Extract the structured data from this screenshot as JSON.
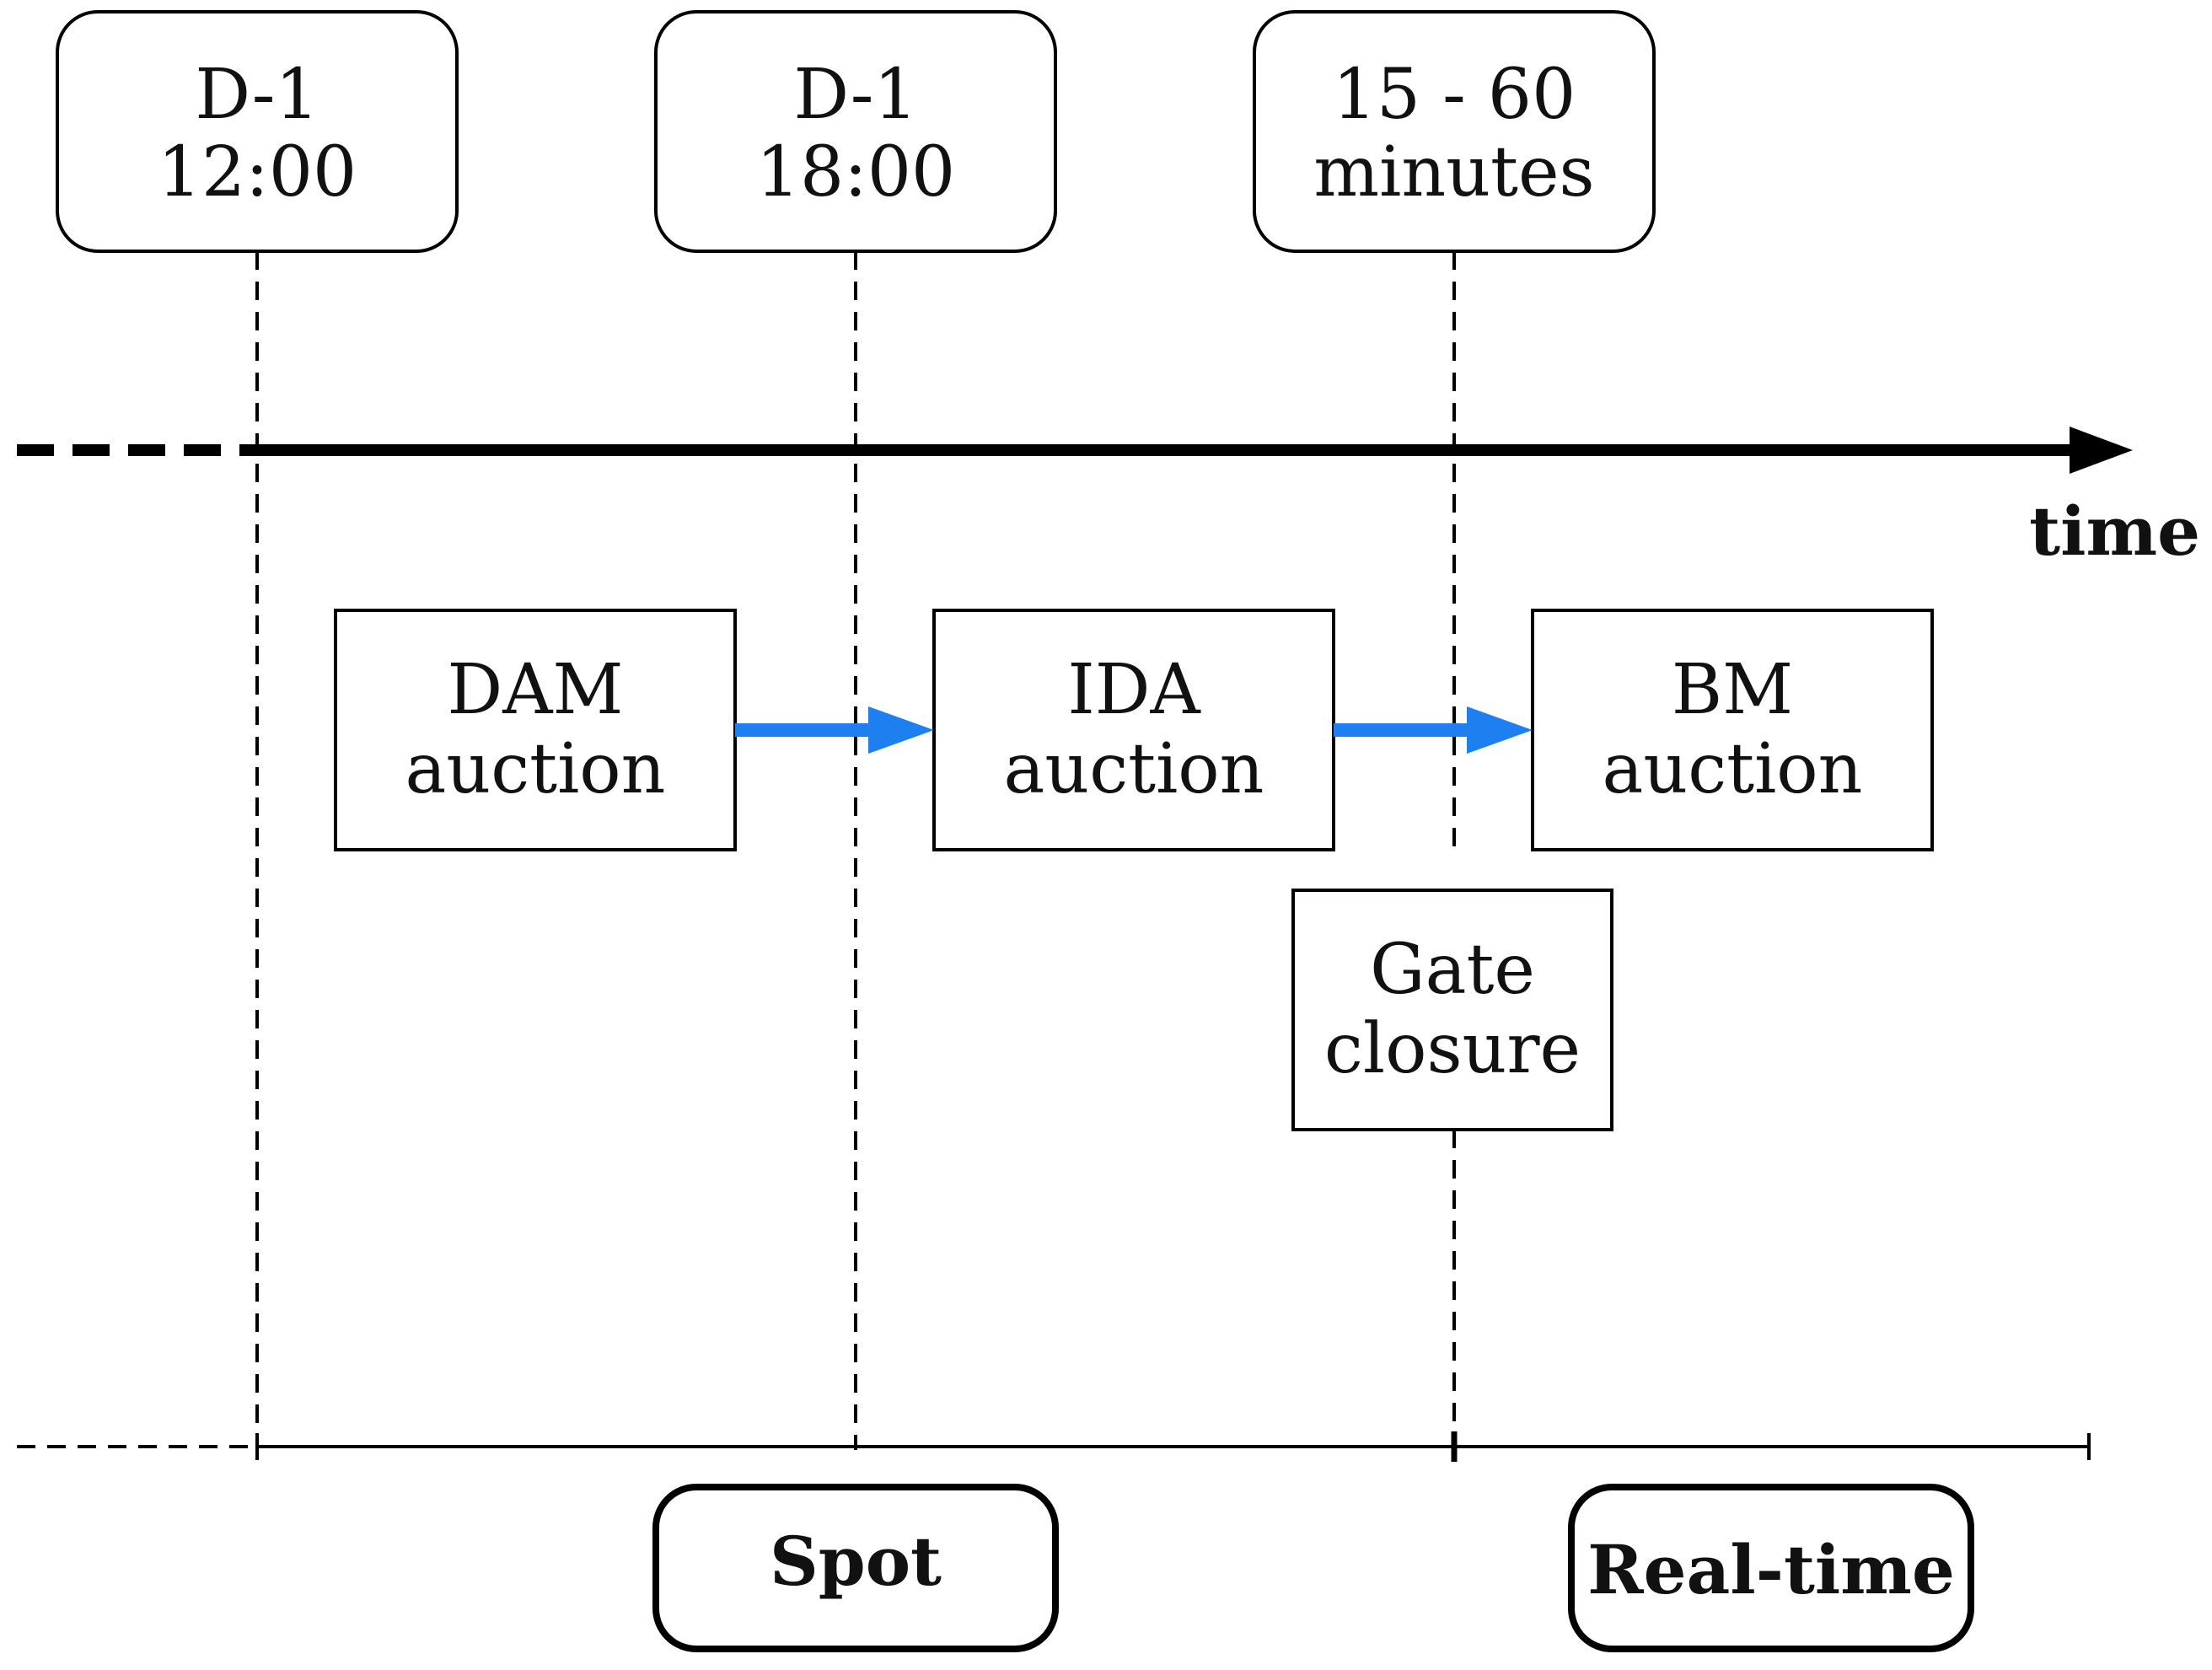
{
  "time_markers": [
    {
      "line1": "D-1",
      "line2": "12:00"
    },
    {
      "line1": "D-1",
      "line2": "18:00"
    },
    {
      "line1": "15 - 60",
      "line2": "minutes"
    }
  ],
  "axis_label": "time",
  "auctions": [
    {
      "line1": "DAM",
      "line2": "auction"
    },
    {
      "line1": "IDA",
      "line2": "auction"
    },
    {
      "line1": "BM",
      "line2": "auction"
    }
  ],
  "gate_closure": {
    "line1": "Gate",
    "line2": "closure"
  },
  "periods": {
    "spot": "Spot",
    "real_time": "Real-time"
  },
  "colors": {
    "arrow": "#1e7ff0",
    "line": "#000000"
  }
}
